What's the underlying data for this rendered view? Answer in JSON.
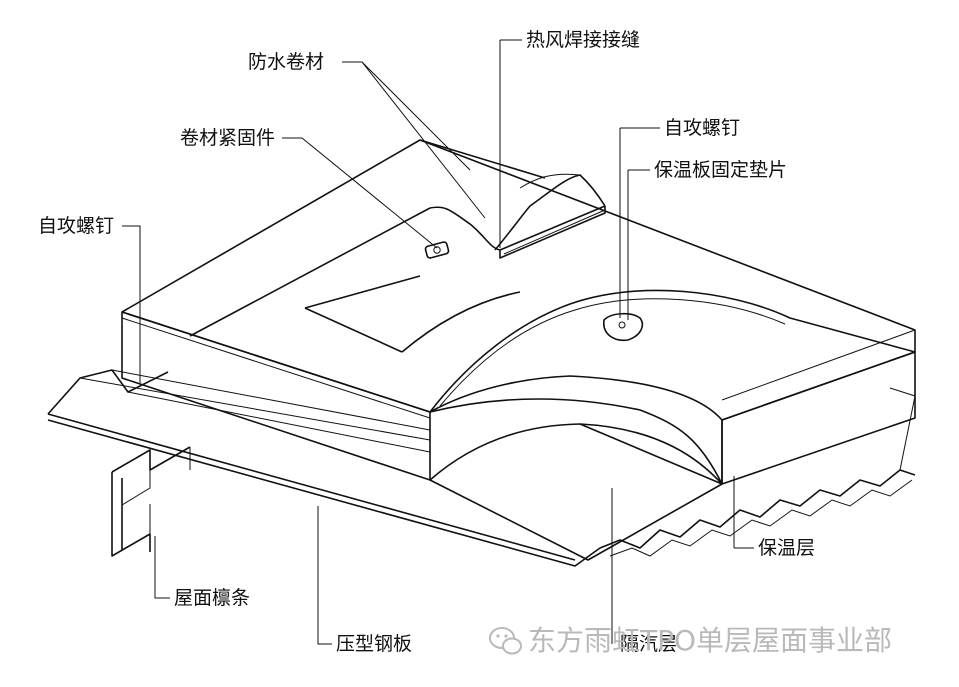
{
  "labels": {
    "membrane": "防水卷材",
    "hot_air_weld": "热风焊接接缝",
    "membrane_fastener": "卷材紧固件",
    "self_tapping_screw_left": "自攻螺钉",
    "self_tapping_screw_right": "自攻螺钉",
    "insulation_washer": "保温板固定垫片",
    "insulation_layer": "保温层",
    "roof_purlin": "屋面檩条",
    "profiled_steel_sheet": "压型钢板",
    "vapor_barrier": "隔汽层"
  },
  "watermark": {
    "text": "东方雨虹TPO单层屋面事业部",
    "color": "#b9b9b9"
  },
  "colors": {
    "line": "#111111",
    "background": "#ffffff"
  }
}
